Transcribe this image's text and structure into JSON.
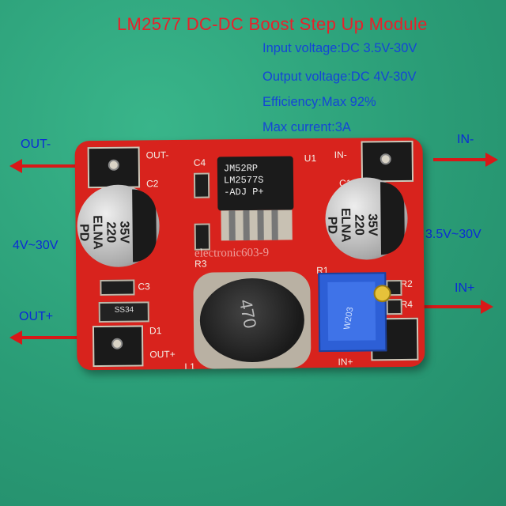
{
  "header": {
    "title": "LM2577 DC-DC Boost Step Up Module",
    "specs": [
      "Input voltage:DC 3.5V-30V",
      "Output voltage:DC 4V-30V",
      "Efficiency:Max 92%",
      "Max current:3A"
    ]
  },
  "labels": {
    "out_minus": "OUT-",
    "out_plus": "OUT+",
    "out_range": "4V~30V",
    "in_minus": "IN-",
    "in_plus": "IN+",
    "in_range": "3.5V~30V"
  },
  "board": {
    "silkscreen": {
      "out_minus": "OUT-",
      "out_plus": "OUT+",
      "in_minus": "IN-",
      "in_plus": "IN+",
      "c1": "C1",
      "c2": "C2",
      "c3": "C3",
      "c4": "C4",
      "u1": "U1",
      "r1": "R1",
      "r2": "R2",
      "r3": "R3",
      "r4": "R4",
      "d1": "D1",
      "l1": "L1"
    },
    "ic_text": [
      "JM52RP",
      "LM2577S",
      "-ADJ P+"
    ],
    "cap_text": [
      "35V",
      "220",
      "ELNA",
      "PD"
    ],
    "inductor_text": "470",
    "diode_text": "SS34",
    "pot_text": "W203",
    "watermark": "electronic603-9"
  },
  "colors": {
    "background": "#2fa77f",
    "pcb": "#d8231d",
    "title": "#e8202a",
    "spec_text": "#1446d6",
    "arrow": "#d81818"
  }
}
